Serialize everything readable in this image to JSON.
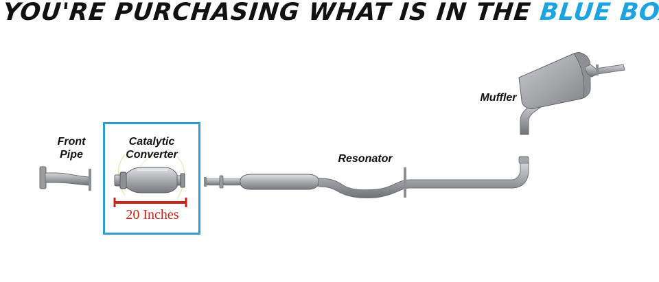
{
  "header": {
    "text_main": "YOU'RE PURCHASING WHAT IS IN THE ",
    "text_highlight": "BLUE BOX",
    "highlight_color": "#1da3e0"
  },
  "diagram": {
    "labels": {
      "front_pipe_line1": "Front",
      "front_pipe_line2": "Pipe",
      "catalytic_line1": "Catalytic",
      "catalytic_line2": "Converter",
      "resonator": "Resonator",
      "muffler": "Muffler"
    },
    "measurement": "20 Inches",
    "measurement_color": "#c8251e",
    "box_color": "#2e9bd1"
  }
}
